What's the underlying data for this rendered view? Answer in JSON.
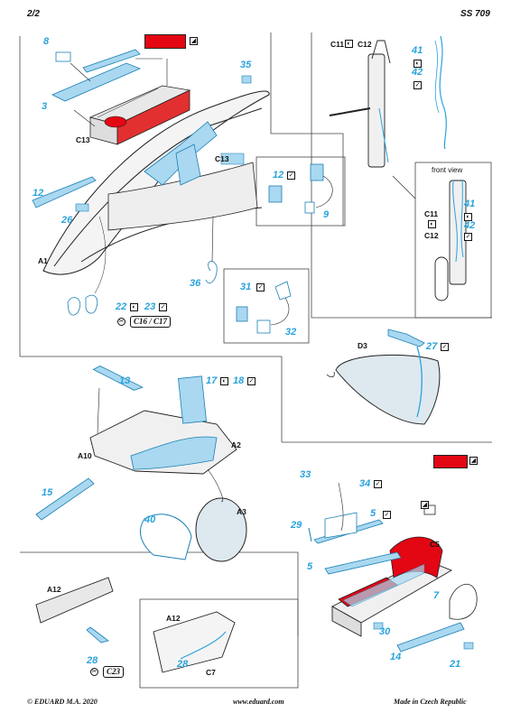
{
  "header": {
    "page": "2/2",
    "code": "SS 709"
  },
  "footer": {
    "copyright": "© EDUARD  M.A. 2020",
    "website": "www.eduard.com",
    "origin": "Made in Czech Republic"
  },
  "labels": {
    "c13a": "C13",
    "c13b": "C13",
    "a1": "A1",
    "c11": "C11",
    "c12": "C12",
    "front_view": "front view",
    "c11b": "C11",
    "c12b": "C12",
    "d3": "D3",
    "a10": "A10",
    "a2": "A2",
    "a3": "A3",
    "c5": "C5",
    "a12": "A12",
    "a12b": "A12",
    "c7": "C7"
  },
  "parts": {
    "p8": "8",
    "p3": "3",
    "p35": "35",
    "p12": "12",
    "p26": "26",
    "p12b": "12",
    "p9": "9",
    "p36": "36",
    "p31": "31",
    "p32": "32",
    "p22": "22",
    "p23": "23",
    "p41": "41",
    "p42": "42",
    "p41b": "41",
    "p42b": "42",
    "p27": "27",
    "p13": "13",
    "p17": "17",
    "p18": "18",
    "p15": "15",
    "p40": "40",
    "p33": "33",
    "p34": "34",
    "p29": "29",
    "p5": "5",
    "p5b": "5",
    "p7": "7",
    "p30": "30",
    "p14": "14",
    "p21": "21",
    "p28": "28",
    "p28b": "28"
  },
  "refs": {
    "c16_c17": "C16 / C17",
    "c23": "C23"
  },
  "colors": {
    "photo_etch": "#a9d8f0",
    "line": "#2aa3dd",
    "red": "#e30613"
  }
}
